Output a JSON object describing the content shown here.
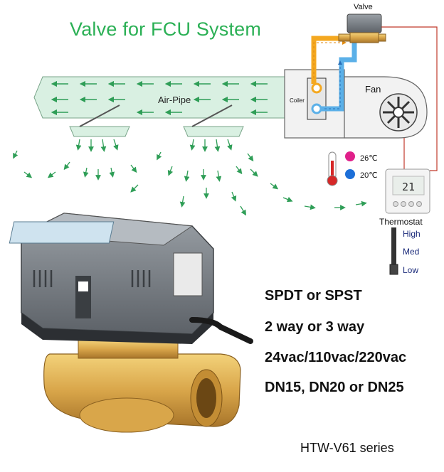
{
  "title": "Valve for FCU System",
  "labels": {
    "valve": "Valve",
    "air_pipe": "Air-Pipe",
    "coiler": "Coiler",
    "fan": "Fan",
    "temp_hot": "26℃",
    "temp_cold": "20℃",
    "thermostat": "Thermostat",
    "thermostat_display": "21",
    "speed_high": "High",
    "speed_med": "Med",
    "speed_low": "Low"
  },
  "specs": [
    "SPDT or SPST",
    "2 way or 3 way",
    "24vac/110vac/220vac",
    "DN15, DN20 or DN25"
  ],
  "series": "HTW-V61 series",
  "colors": {
    "title_green": "#2bb055",
    "air_arrow_green": "#2f9e57",
    "hot_pipe": "#f4a820",
    "cold_pipe": "#5bb0e8",
    "hot_dot": "#e0208a",
    "cold_dot": "#1c6fd8",
    "wire_red": "#c0392b",
    "speed_blue": "#1a2a7a"
  }
}
